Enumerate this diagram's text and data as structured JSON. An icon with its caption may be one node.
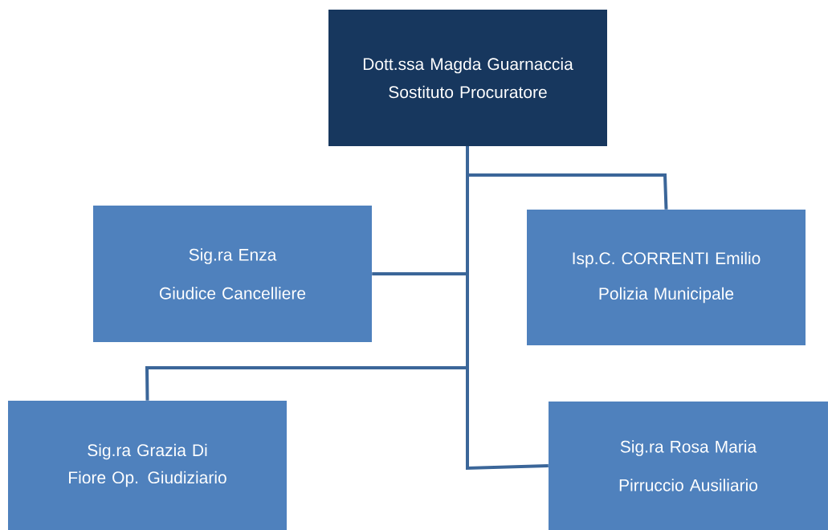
{
  "diagram": {
    "nodes": [
      {
        "text": [
          "Dott.ssa Magda Guarnaccia Sostituto Procuratore"
        ]
      },
      {
        "text": [
          "Sig.ra Enza Giudice Cancelliere"
        ]
      },
      {
        "text": [
          "Isp.C. CORRENTI Emilio Polizia Municipale"
        ]
      },
      {
        "text": [
          "Sig.ra Grazia Di Fiore Op. Giudiziario"
        ]
      },
      {
        "text": [
          "Sig.ra Rosa Maria Pirruccio Ausiliario"
        ]
      }
    ],
    "edges": [
      {
        "from": 0,
        "to": 2,
        "arrow": "none"
      },
      {
        "from": 0,
        "to": 1,
        "arrow": "none"
      },
      {
        "from": 0,
        "to": 3,
        "arrow": "none"
      },
      {
        "from": 0,
        "to": 4,
        "arrow": "none"
      }
    ]
  }
}
